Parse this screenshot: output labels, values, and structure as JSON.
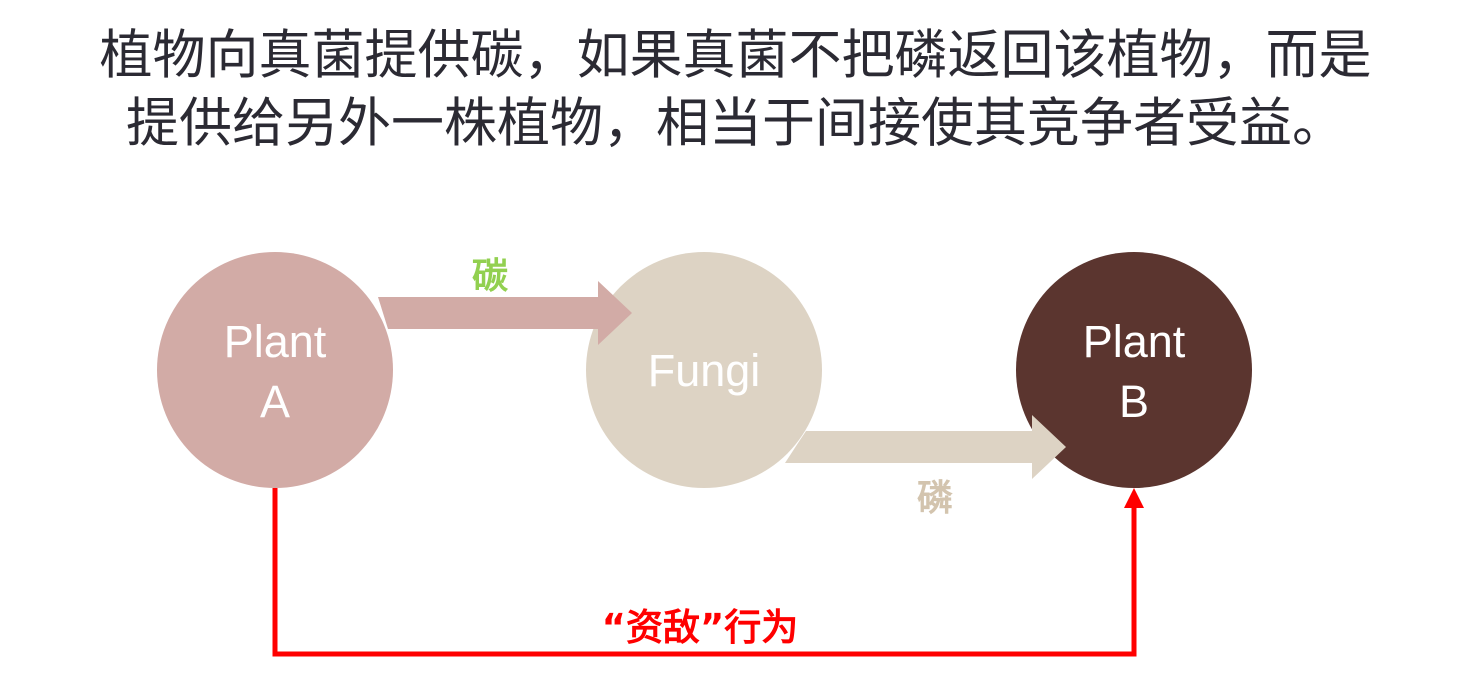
{
  "title": {
    "line1": "植物向真菌提供碳，如果真菌不把磷返回该植物，而是",
    "line2": "提供给另外一株植物，相当于间接使其竞争者受益。"
  },
  "nodes": {
    "plant_a": {
      "line1": "Plant",
      "line2": "A",
      "color": "#D2ABA6"
    },
    "fungi": {
      "label": "Fungi",
      "color": "#DDD3C4"
    },
    "plant_b": {
      "line1": "Plant",
      "line2": "B",
      "color": "#5B352F"
    }
  },
  "edges": {
    "carbon": {
      "label": "碳",
      "label_color": "#92D050",
      "arrow_color": "#D2ABA6"
    },
    "phosphorus": {
      "label": "磷",
      "label_color": "#D3C4AE",
      "arrow_color": "#DDD3C4"
    },
    "behavior": {
      "label": "“资敌”行为",
      "color": "#FF0000"
    }
  }
}
